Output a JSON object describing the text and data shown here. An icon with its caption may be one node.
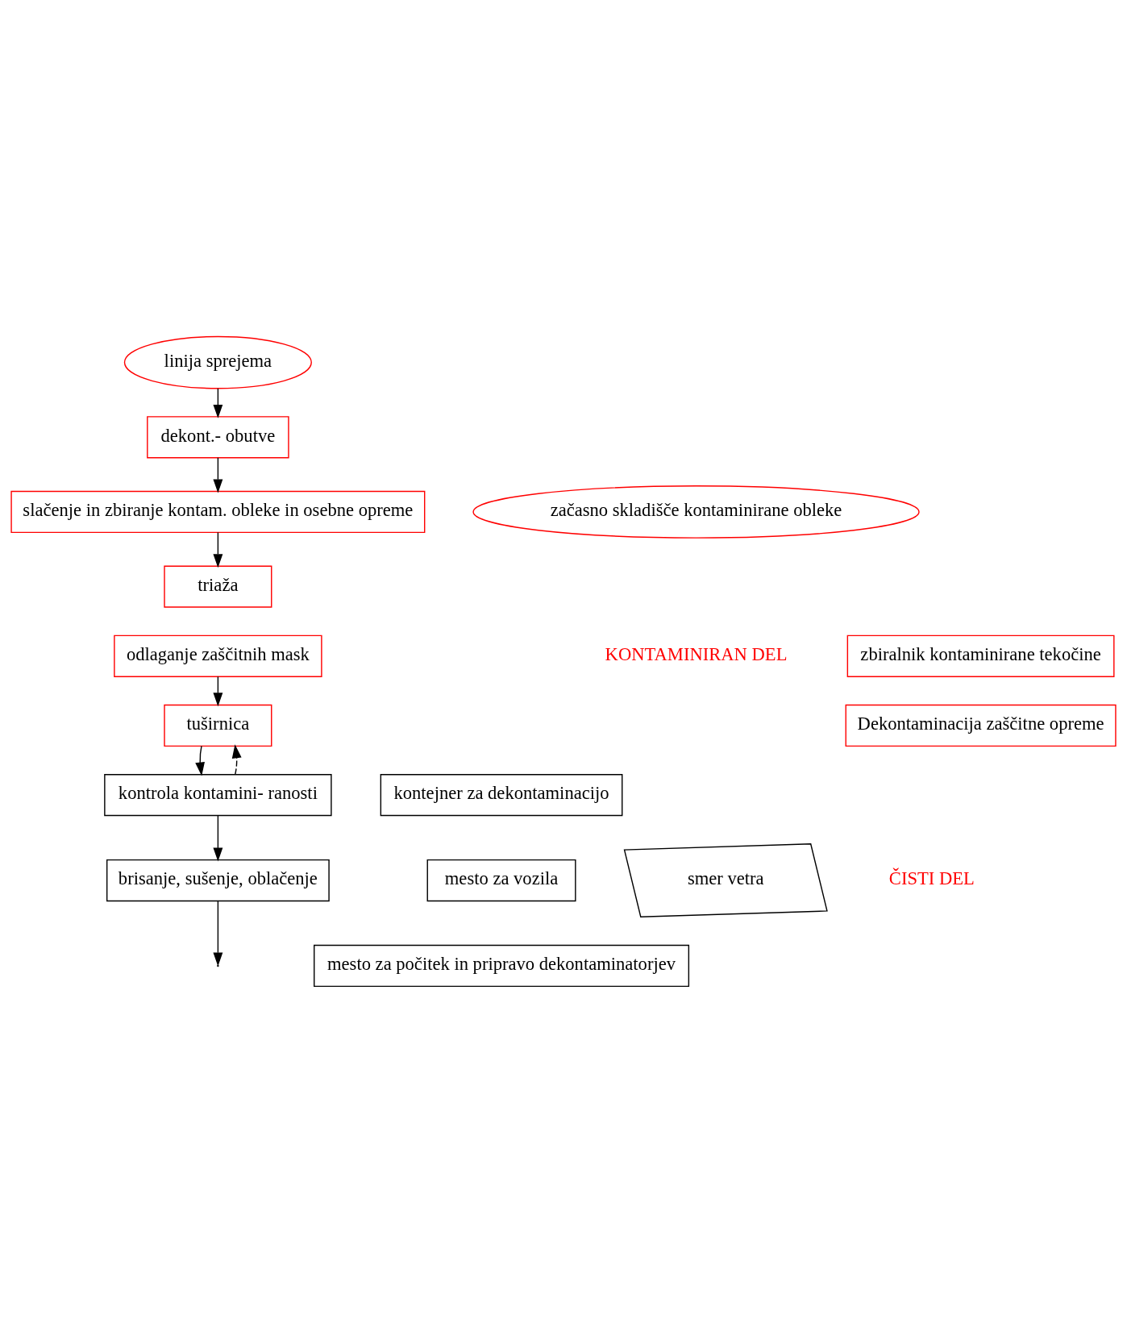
{
  "diagram": {
    "nodes": [
      {
        "text": [
          "linija sprejema"
        ]
      },
      {
        "text": [
          "dekont.- obutve"
        ]
      },
      {
        "text": [
          "slačenje in zbiranje kontam. obleke in osebne opreme"
        ]
      },
      {
        "text": [
          "triaža"
        ]
      },
      {
        "text": [
          "odlaganje zaščitnih mask"
        ]
      },
      {
        "text": [
          "tuširnica"
        ]
      },
      {
        "text": [
          "kontrola kontamini- ranosti"
        ]
      },
      {
        "text": [
          "brisanje, sušenje, oblačenje"
        ]
      },
      {
        "text": [
          "začasno skladišče kontaminirane obleke"
        ]
      },
      {
        "text": [
          "zbiralnik kontaminirane tekočine"
        ]
      },
      {
        "text": [
          "Dekontaminacija zaščitne opreme"
        ]
      },
      {
        "text": [
          "kontejner za dekontaminacijo"
        ]
      },
      {
        "text": [
          "mesto za vozila"
        ]
      },
      {
        "text": [
          "mesto za počitek in pripravo dekontaminatorjev"
        ]
      },
      {
        "text": [
          "smer vetra"
        ]
      }
    ],
    "edges": [
      {
        "from": 0,
        "to": 1,
        "arrow": "to"
      },
      {
        "from": 1,
        "to": 2,
        "arrow": "to"
      },
      {
        "from": 2,
        "to": 3,
        "arrow": "to"
      },
      {
        "from": 4,
        "to": 5,
        "arrow": "to"
      },
      {
        "from": 5,
        "to": 6,
        "arrow": "to"
      },
      {
        "from": 6,
        "to": 5,
        "arrow": "to",
        "style": "dashed"
      },
      {
        "from": 6,
        "to": 7,
        "arrow": "to"
      },
      {
        "from": 7,
        "to": null,
        "arrow": "to"
      }
    ],
    "labels": [
      "KONTAMINIRAN DEL",
      "ČISTI DEL"
    ]
  }
}
